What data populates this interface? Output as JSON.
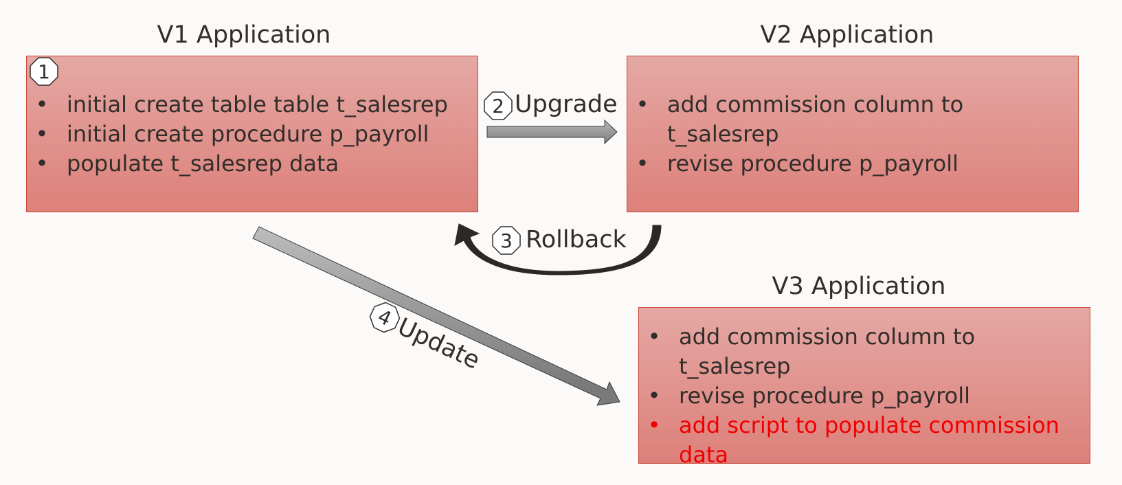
{
  "v1": {
    "title": "V1 Application",
    "step_badge": "1",
    "items": [
      {
        "text": "initial create table table t_salesrep"
      },
      {
        "text": "initial create procedure p_payroll"
      },
      {
        "text": "populate t_salesrep data"
      }
    ]
  },
  "v2": {
    "title": "V2 Application",
    "items": [
      {
        "line1": "add commission column to",
        "line2": "t_salesrep"
      },
      {
        "line1": "revise procedure p_payroll",
        "line2": ""
      }
    ]
  },
  "v3": {
    "title": "V3 Application",
    "items": [
      {
        "line1": "add commission column to",
        "line2": "t_salesrep",
        "highlight": false
      },
      {
        "line1": "revise procedure p_payroll",
        "line2": "",
        "highlight": false
      },
      {
        "line1": "add script to populate commission",
        "line2": "data",
        "highlight": true
      }
    ]
  },
  "upgrade": {
    "step": "2",
    "label": "Upgrade"
  },
  "rollback": {
    "step": "3",
    "label": "Rollback"
  },
  "update": {
    "step": "4",
    "label": "Update"
  },
  "bullet_char": "•",
  "colors": {
    "box_top": "#e5a8a4",
    "box_bottom": "#dd807a",
    "box_border": "#c74634",
    "highlight_text": "#ef0000",
    "text": "#312d2a",
    "arrow_fill": "#999999"
  }
}
